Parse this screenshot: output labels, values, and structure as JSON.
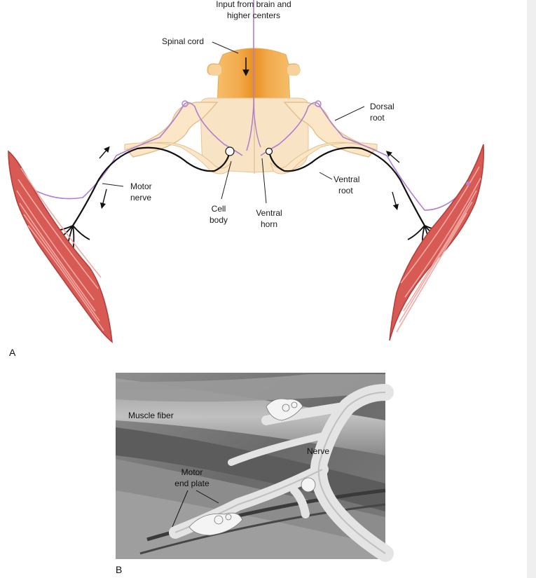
{
  "panel_a": {
    "letter": "A",
    "labels": {
      "input_line1": "Input from brain and",
      "input_line2": "higher centers",
      "spinal_cord": "Spinal cord",
      "dorsal_line1": "Dorsal",
      "dorsal_line2": "root",
      "ventral_root_line1": "Ventral",
      "ventral_root_line2": "root",
      "motor_line1": "Motor",
      "motor_line2": "nerve",
      "cell_line1": "Cell",
      "cell_line2": "body",
      "horn_line1": "Ventral",
      "horn_line2": "horn"
    }
  },
  "panel_b": {
    "letter": "B",
    "labels": {
      "muscle_fiber": "Muscle fiber",
      "nerve": "Nerve",
      "endplate_line1": "Motor",
      "endplate_line2": "end plate"
    }
  },
  "colors": {
    "cord_gray": "#f4ddb8",
    "cord_core": "#ef9a2c",
    "muscle": "#d85a55",
    "sensory_fiber": "#b07fd0",
    "motor_fiber": "#111111"
  }
}
